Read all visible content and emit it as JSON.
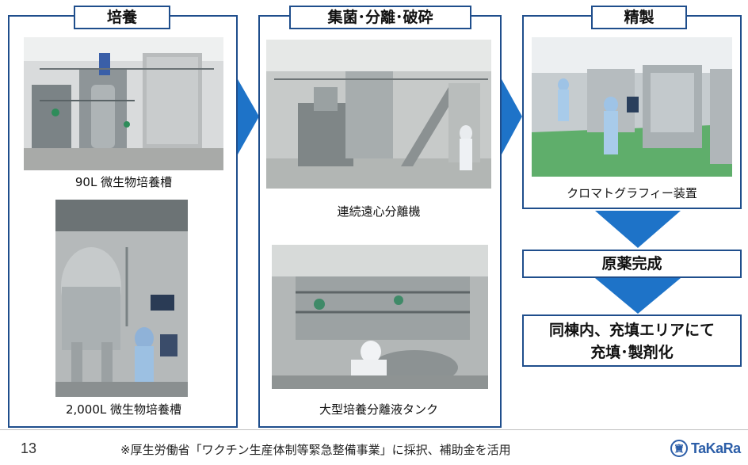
{
  "stages": [
    {
      "title": "培養",
      "photos": [
        {
          "caption": "90L 微生物培養槽"
        },
        {
          "caption": "2,000L 微生物培養槽"
        }
      ]
    },
    {
      "title": "集菌･分離･破砕",
      "photos": [
        {
          "caption": "連続遠心分離機"
        },
        {
          "caption": "大型培養分離液タンク"
        }
      ]
    },
    {
      "title": "精製",
      "photos": [
        {
          "caption": "クロマトグラフィー装置"
        }
      ]
    }
  ],
  "result_box": "原薬完成",
  "final_box": {
    "line1": "同棟内、充填エリアにて",
    "line2": "充填･製剤化"
  },
  "footer": {
    "page_number": "13",
    "note": "※厚生労働省「ワクチン生産体制等緊急整備事業」に採択、補助金を活用",
    "logo_text": "TaKaRa",
    "logo_mark": "寶"
  },
  "colors": {
    "accent": "#1e73c8",
    "border": "#1f4e8c"
  },
  "icons": [
    "chevron-right-arrow",
    "down-arrow",
    "takara-logo"
  ]
}
